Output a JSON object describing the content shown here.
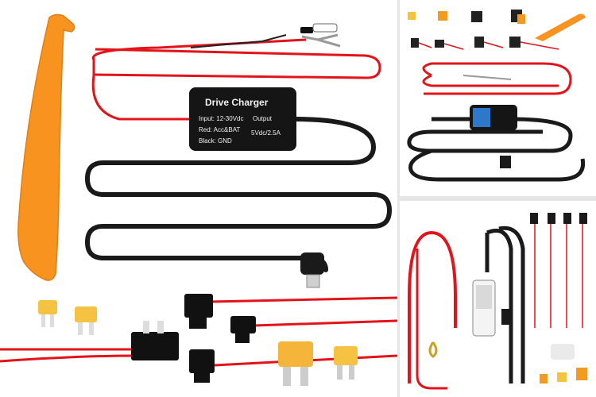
{
  "main": {
    "charger_box": {
      "title": "Drive Charger",
      "input": "Input: 12-30Vdc",
      "red": "Red: Acc&BAT",
      "black": "Black: GND",
      "output_label": "Output",
      "output_value": "5Vdc/2.5A"
    }
  },
  "colors": {
    "cable_black": "#1a1a1a",
    "wire_red": "#e2141a",
    "pry_tool": "#f7931e",
    "fuse_yellow": "#f5c242",
    "fuse_orange": "#f39a21"
  }
}
